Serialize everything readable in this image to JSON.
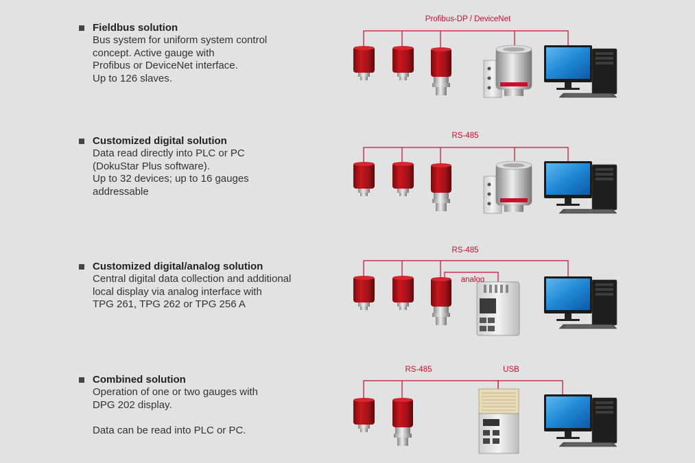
{
  "sections": [
    {
      "title": "Fieldbus solution",
      "description": "Bus system for uniform system control\nconcept. Active gauge with\nProfibus or DeviceNet interface.\nUp to 126 slaves.",
      "bus_label": "Profibus-DP / DeviceNet"
    },
    {
      "title": "Customized digital solution",
      "description": "Data read directly into PLC or PC\n(DokuStar Plus software).\nUp to 32 devices; up to 16 gauges\naddressable",
      "bus_label": "RS-485"
    },
    {
      "title": "Customized digital/analog solution",
      "description": "Central digital data collection and additional\nlocal display via analog interface with\nTPG 261, TPG 262 or TPG 256 A",
      "bus_label": "RS-485",
      "secondary_label": "analog"
    },
    {
      "title": "Combined solution",
      "description": "Operation of one or two gauges with\nDPG 202 display.\n\nData can be read into PLC or PC.",
      "bus_label": "RS-485",
      "secondary_label": "USB"
    }
  ],
  "colors": {
    "bus_line": "#c8102e",
    "gauge_body": "#b3141c",
    "monitor_screen": "#1e88d6"
  }
}
